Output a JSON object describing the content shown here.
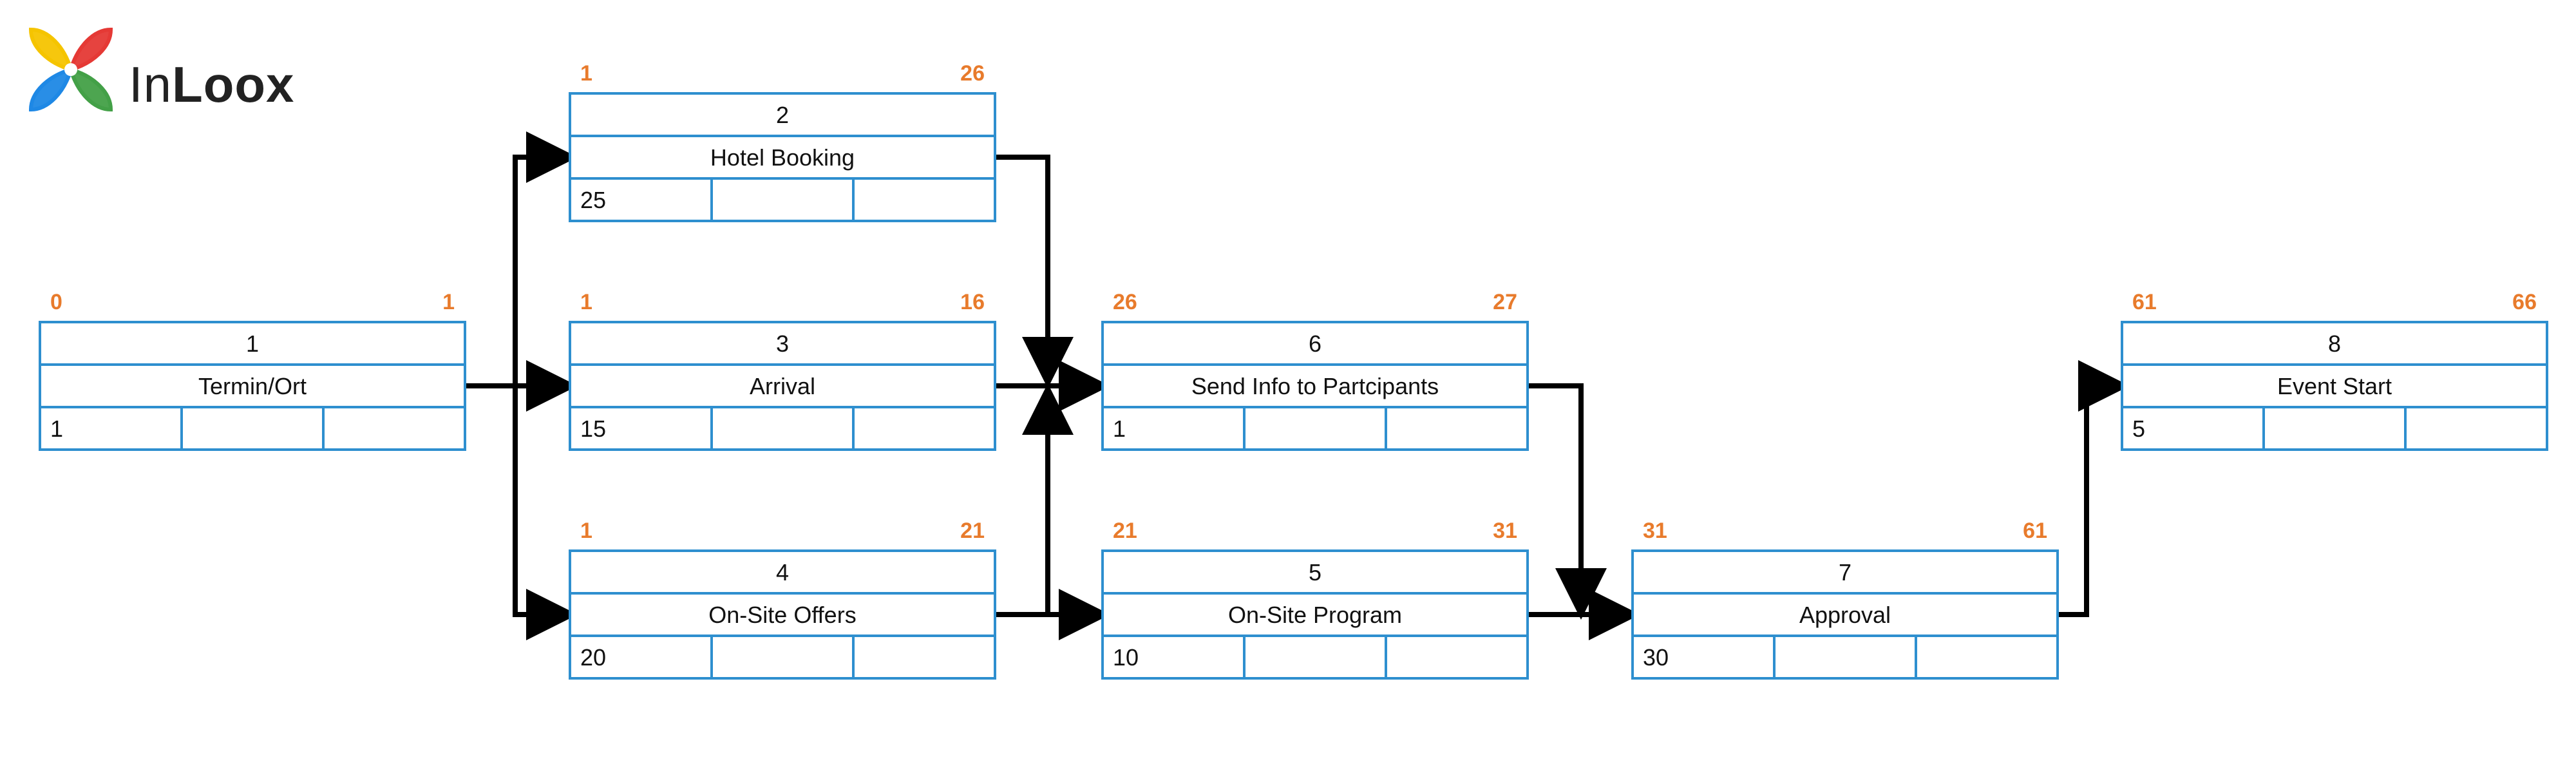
{
  "logo": {
    "text_light": "In",
    "text_bold": "Loox",
    "colors": [
      "#f5c400",
      "#e53935",
      "#1e88e5",
      "#43a047"
    ]
  },
  "colors": {
    "box_border": "#2e8fcf",
    "time_label": "#e87b2c",
    "text": "#111111",
    "arrow": "#000000"
  },
  "nodes": [
    {
      "id": "1",
      "name": "Termin/Ort",
      "duration": "1",
      "early_start": "0",
      "early_finish": "1"
    },
    {
      "id": "2",
      "name": "Hotel Booking",
      "duration": "25",
      "early_start": "1",
      "early_finish": "26"
    },
    {
      "id": "3",
      "name": "Arrival",
      "duration": "15",
      "early_start": "1",
      "early_finish": "16"
    },
    {
      "id": "4",
      "name": "On-Site Offers",
      "duration": "20",
      "early_start": "1",
      "early_finish": "21"
    },
    {
      "id": "6",
      "name": "Send Info to Partcipants",
      "duration": "1",
      "early_start": "26",
      "early_finish": "27"
    },
    {
      "id": "5",
      "name": "On-Site Program",
      "duration": "10",
      "early_start": "21",
      "early_finish": "31"
    },
    {
      "id": "7",
      "name": "Approval",
      "duration": "30",
      "early_start": "31",
      "early_finish": "61"
    },
    {
      "id": "8",
      "name": "Event Start",
      "duration": "5",
      "early_start": "61",
      "early_finish": "66"
    }
  ],
  "edges": [
    {
      "from": "1",
      "to": "2"
    },
    {
      "from": "1",
      "to": "3"
    },
    {
      "from": "1",
      "to": "4"
    },
    {
      "from": "2",
      "to": "6"
    },
    {
      "from": "3",
      "to": "6"
    },
    {
      "from": "4",
      "to": "6"
    },
    {
      "from": "4",
      "to": "5"
    },
    {
      "from": "6",
      "to": "7"
    },
    {
      "from": "5",
      "to": "7"
    },
    {
      "from": "7",
      "to": "8"
    }
  ]
}
